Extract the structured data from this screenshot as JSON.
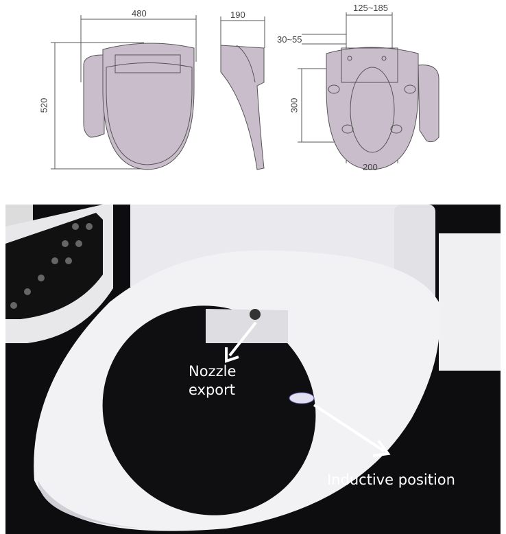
{
  "diagram": {
    "front_view": {
      "width_label": "480",
      "height_label": "520"
    },
    "side_view": {
      "depth_label": "190"
    },
    "back_view": {
      "mount_spacing_label": "125~185",
      "mount_offset_label": "30~55",
      "opening_length_label": "300",
      "opening_width_label": "200"
    },
    "fill_color": "#c9bccb",
    "line_color": "#555555"
  },
  "photo": {
    "callouts": [
      {
        "line1": "Nozzle",
        "line2": "export"
      },
      {
        "line1": "Inductive position"
      }
    ],
    "background_color": "#0d0d0f"
  }
}
